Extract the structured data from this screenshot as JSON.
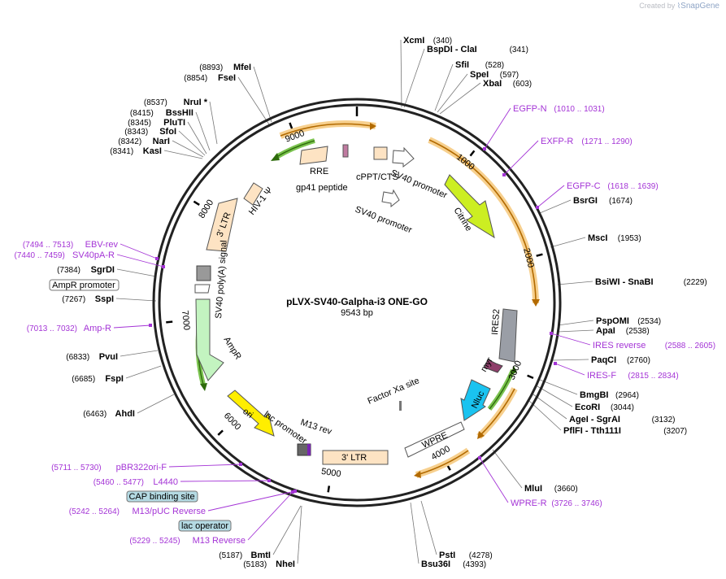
{
  "credit": {
    "created_by": "Created by",
    "brand": "SnapGene"
  },
  "plasmid": {
    "name": "pLVX-SV40-Galpha-i3 ONE-GO",
    "length_label": "9543 bp",
    "length": 9543
  },
  "colors": {
    "primer": "#a434d6",
    "orange_feature": "#f7a634",
    "green_feature": "#3c8a1e",
    "citrine": "#ccee22",
    "nluc": "#1ac3f0",
    "ampr": "#c3f4c0",
    "ori": "#ffee00",
    "ltr": "#fde3c3",
    "ires": "#9a9ea6",
    "pill": "#b4dae3"
  },
  "ticks": [
    "1000",
    "2000",
    "3000",
    "4000",
    "5000",
    "6000",
    "7000",
    "8000",
    "9000"
  ],
  "features": {
    "rre": "RRE",
    "gp41": "gp41 peptide",
    "cppt": "cPPT/CTS",
    "sv40_promoter_1": "SV40 promoter",
    "sv40_promoter_2": "SV40 promoter",
    "citrine": "Citrine",
    "hiv1_psi": "HIV-1 Ψ",
    "ltr_5": "3' LTR",
    "sv40_polya": "SV40 poly(A) signal",
    "ampr": "AmpR",
    "ori": "ori",
    "lac_promoter": "lac promoter",
    "m13_rev": "M13 rev",
    "ltr_3": "3' LTR",
    "wpre": "WPRE",
    "nluc": "Nluc",
    "myr": "myr",
    "ires2": "IRES2",
    "factor_xa": "Factor Xa site"
  },
  "sites": [
    {
      "name": "XcmI",
      "pos": "(340)"
    },
    {
      "name": "BspDI",
      "extra": "- ClaI",
      "pos": "(341)"
    },
    {
      "name": "SfiI",
      "pos": "(528)"
    },
    {
      "name": "SpeI",
      "pos": "(597)"
    },
    {
      "name": "XbaI",
      "pos": "(603)"
    },
    {
      "name": "BsrGI",
      "pos": "(1674)"
    },
    {
      "name": "MscI",
      "pos": "(1953)"
    },
    {
      "name": "BsiWI",
      "extra": "- SnaBI",
      "pos": "(2229)"
    },
    {
      "name": "PspOMI",
      "pos": "(2534)"
    },
    {
      "name": "ApaI",
      "pos": "(2538)"
    },
    {
      "name": "PaqCI",
      "pos": "(2760)"
    },
    {
      "name": "BmgBI",
      "pos": "(2964)"
    },
    {
      "name": "EcoRI",
      "pos": "(3044)"
    },
    {
      "name": "AgeI",
      "extra": "- SgrAI",
      "pos": "(3132)"
    },
    {
      "name": "PflFI",
      "extra": "- Tth111I",
      "pos": "(3207)"
    },
    {
      "name": "MluI",
      "pos": "(3660)"
    },
    {
      "name": "PstI",
      "pos": "(4278)"
    },
    {
      "name": "Bsu36I",
      "pos": "(4393)"
    },
    {
      "name": "BmtI",
      "pos": "(5187)"
    },
    {
      "name": "NheI",
      "pos": "(5183)"
    },
    {
      "name": "AhdI",
      "pos": "(6463)"
    },
    {
      "name": "FspI",
      "pos": "(6685)"
    },
    {
      "name": "PvuI",
      "pos": "(6833)"
    },
    {
      "name": "SspI",
      "pos": "(7267)"
    },
    {
      "name": "SgrDI",
      "pos": "(7384)"
    },
    {
      "name": "KasI",
      "pos": "(8341)"
    },
    {
      "name": "NarI",
      "pos": "(8342)"
    },
    {
      "name": "SfoI",
      "pos": "(8343)"
    },
    {
      "name": "PluTI",
      "pos": "(8345)"
    },
    {
      "name": "BssHII",
      "pos": "(8415)"
    },
    {
      "name": "NruI *",
      "pos": "(8537)"
    },
    {
      "name": "FseI",
      "pos": "(8854)"
    },
    {
      "name": "MfeI",
      "pos": "(8893)"
    }
  ],
  "primers": [
    {
      "name": "EGFP-N",
      "range": "(1010 .. 1031)"
    },
    {
      "name": "EXFP-R",
      "range": "(1271 .. 1290)"
    },
    {
      "name": "EGFP-C",
      "range": "(1618 .. 1639)"
    },
    {
      "name": "IRES reverse",
      "range": "(2588 .. 2605)"
    },
    {
      "name": "IRES-F",
      "range": "(2815 .. 2834)"
    },
    {
      "name": "WPRE-R",
      "range": "(3726 .. 3746)"
    },
    {
      "name": "M13 Reverse",
      "range": "(5229 .. 5245)"
    },
    {
      "name": "M13/pUC Reverse",
      "range": "(5242 .. 5264)"
    },
    {
      "name": "L4440",
      "range": "(5460 .. 5477)"
    },
    {
      "name": "pBR322ori-F",
      "range": "(5711 .. 5730)"
    },
    {
      "name": "Amp-R",
      "range": "(7013 .. 7032)"
    },
    {
      "name": "SV40pA-R",
      "range": "(7440 .. 7459)"
    },
    {
      "name": "EBV-rev",
      "range": "(7494 .. 7513)"
    }
  ],
  "boxes": {
    "cap": "CAP binding site",
    "lacop": "lac operator",
    "ampr_promoter": "AmpR promoter"
  }
}
